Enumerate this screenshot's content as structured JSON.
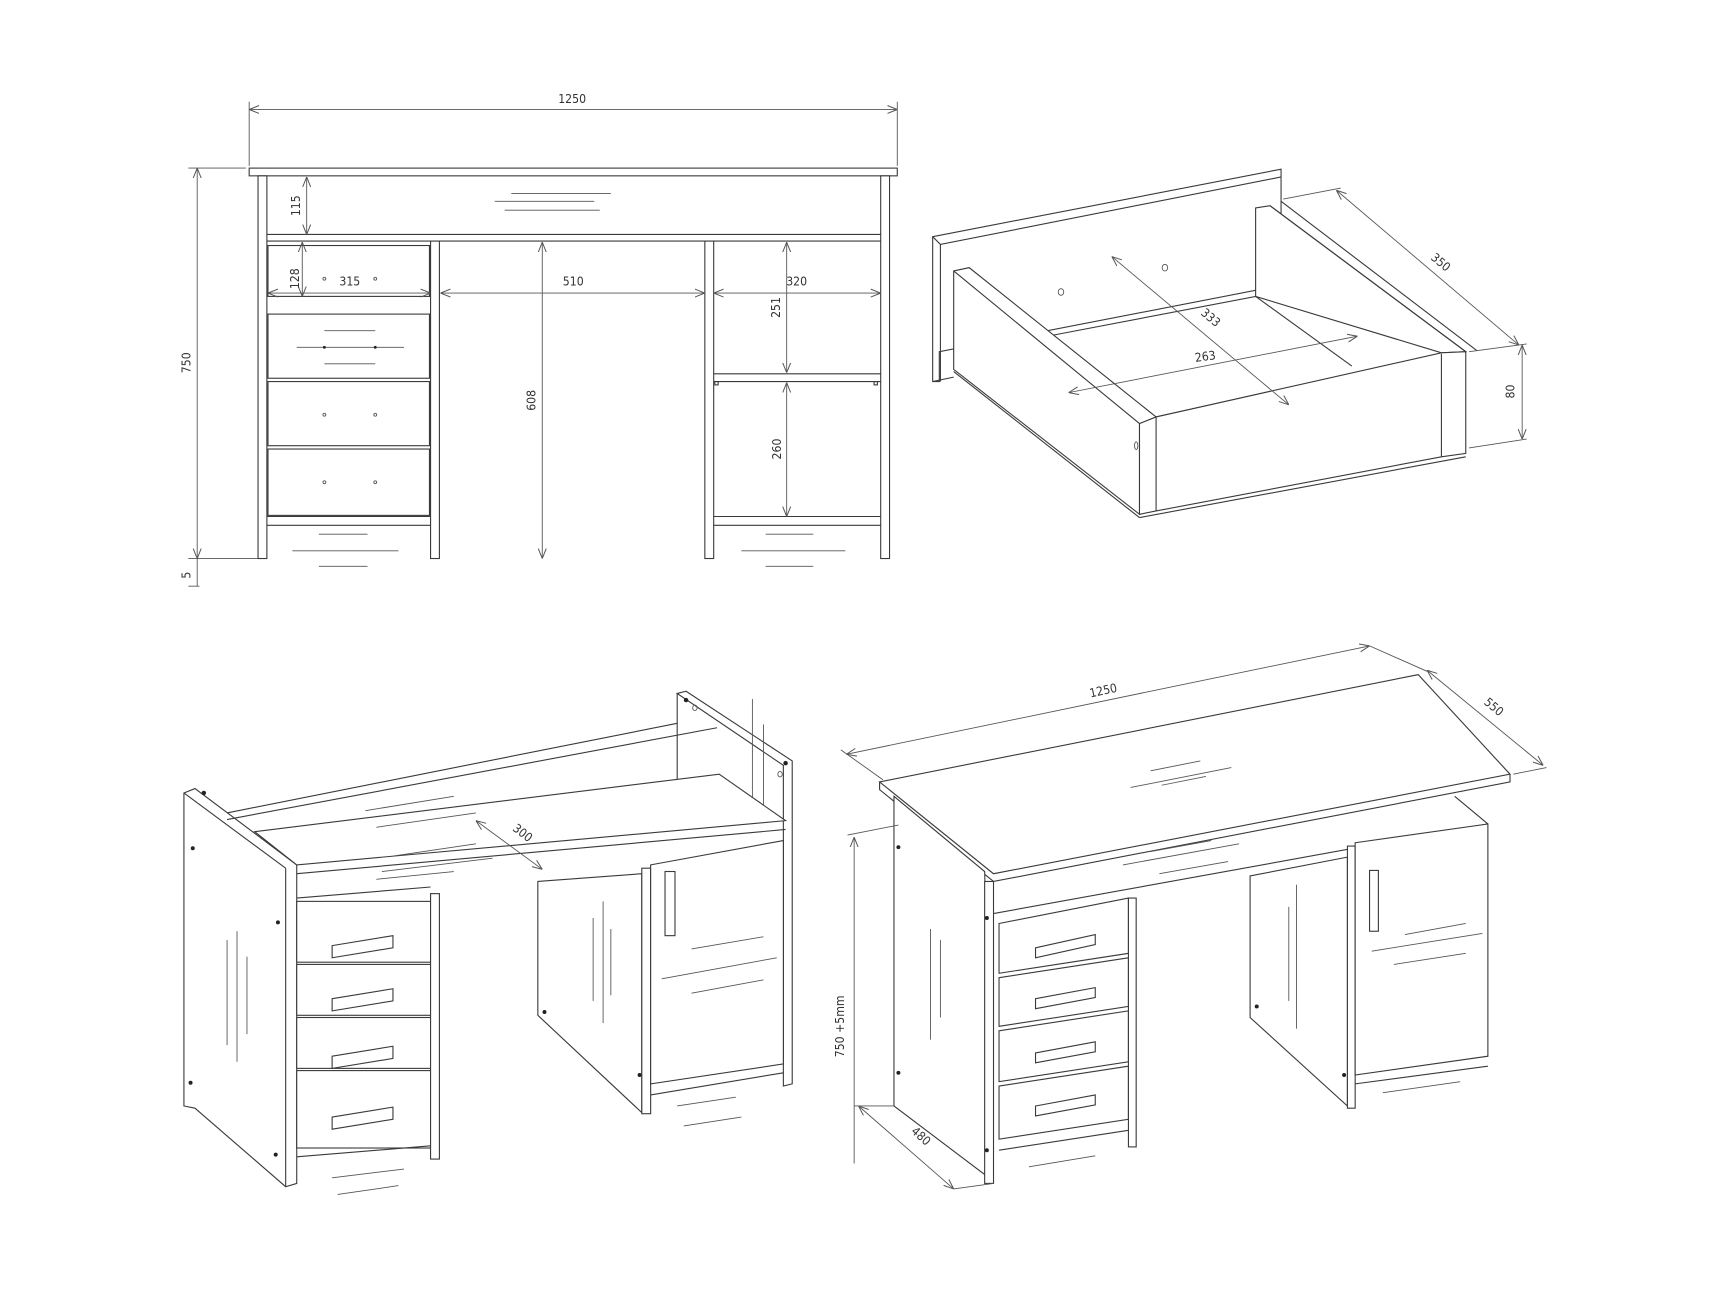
{
  "front_view": {
    "dimensions": {
      "overall_width": "1250",
      "overall_height": "750",
      "foot_gap": "5",
      "apron_height": "115",
      "drawer_height": "128",
      "drawer_width": "315",
      "knee_space_width": "510",
      "cabinet_width": "320",
      "upper_compartment_height": "251",
      "knee_space_height": "608",
      "lower_compartment_height": "260"
    }
  },
  "drawer_view": {
    "dimensions": {
      "depth": "350",
      "inner_depth": "333",
      "inner_width": "263",
      "height": "80"
    }
  },
  "open_frame_view": {
    "dimensions": {
      "shelf_depth": "300"
    }
  },
  "assembled_view": {
    "dimensions": {
      "width": "1250",
      "depth": "550",
      "height": "750 +5mm",
      "side_depth": "480"
    }
  }
}
